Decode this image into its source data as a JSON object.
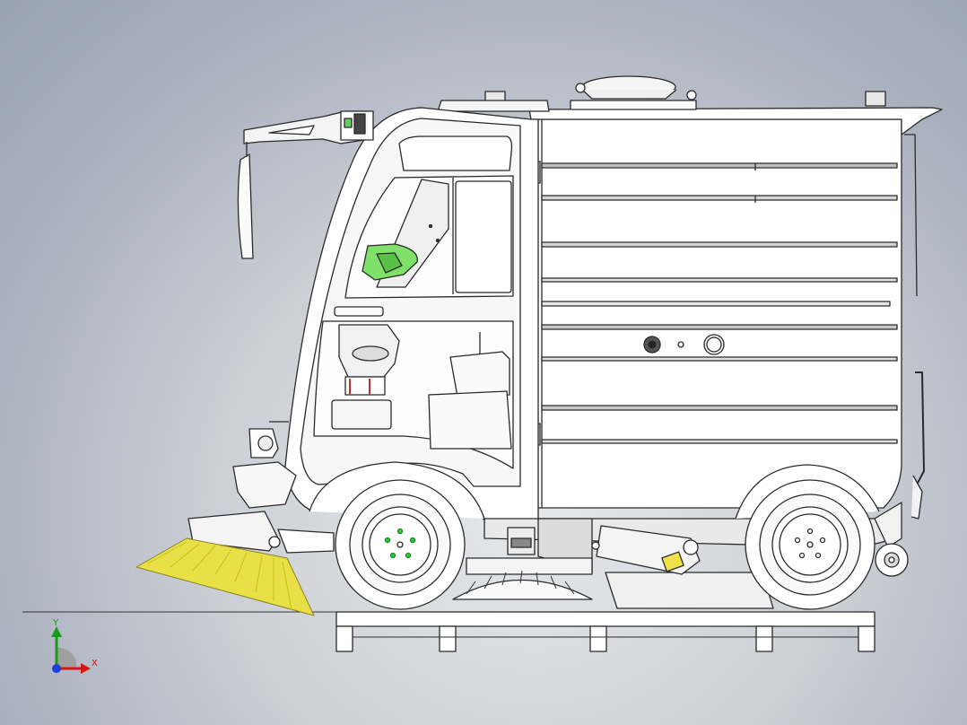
{
  "viewport": {
    "title": "",
    "background_top": "#9aa3b2",
    "background_bottom": "#e6e8ea"
  },
  "model": {
    "subject": "street-sweeper-vehicle",
    "colors": {
      "body": "#ffffff",
      "outline": "#2a2a2a",
      "brush": "#e8e046",
      "seat_accent": "#7fe06a",
      "hydraulic_accent": "#f0e14a",
      "hub_dots": "#2ecc40",
      "cab_tint": "#f3f3f3"
    }
  },
  "triad": {
    "y_label": "Y",
    "x_label": "X",
    "y_color": "#1a9a1a",
    "x_color": "#d01818",
    "z_color": "#1f3fd6"
  }
}
